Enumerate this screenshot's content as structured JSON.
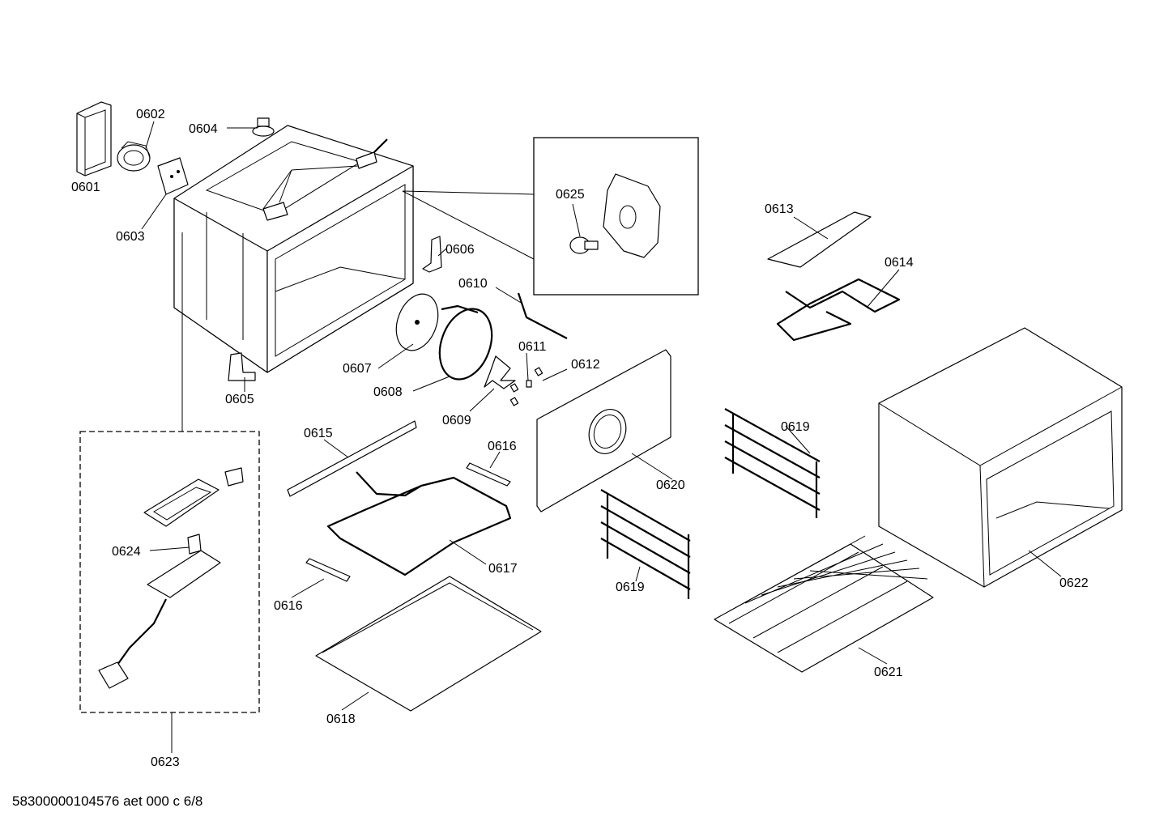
{
  "document": {
    "code": "58300000104576 aet 000 c 6/8"
  },
  "part_labels": {
    "p0601": "0601",
    "p0602": "0602",
    "p0603": "0603",
    "p0604": "0604",
    "p0605": "0605",
    "p0606": "0606",
    "p0607": "0607",
    "p0608": "0608",
    "p0609": "0609",
    "p0610": "0610",
    "p0611": "0611",
    "p0612": "0612",
    "p0613": "0613",
    "p0614": "0614",
    "p0615": "0615",
    "p0616a": "0616",
    "p0616b": "0616",
    "p0617": "0617",
    "p0618": "0618",
    "p0619a": "0619",
    "p0619b": "0619",
    "p0620": "0620",
    "p0621": "0621",
    "p0622": "0622",
    "p0623": "0623",
    "p0624": "0624",
    "p0625": "0625"
  }
}
